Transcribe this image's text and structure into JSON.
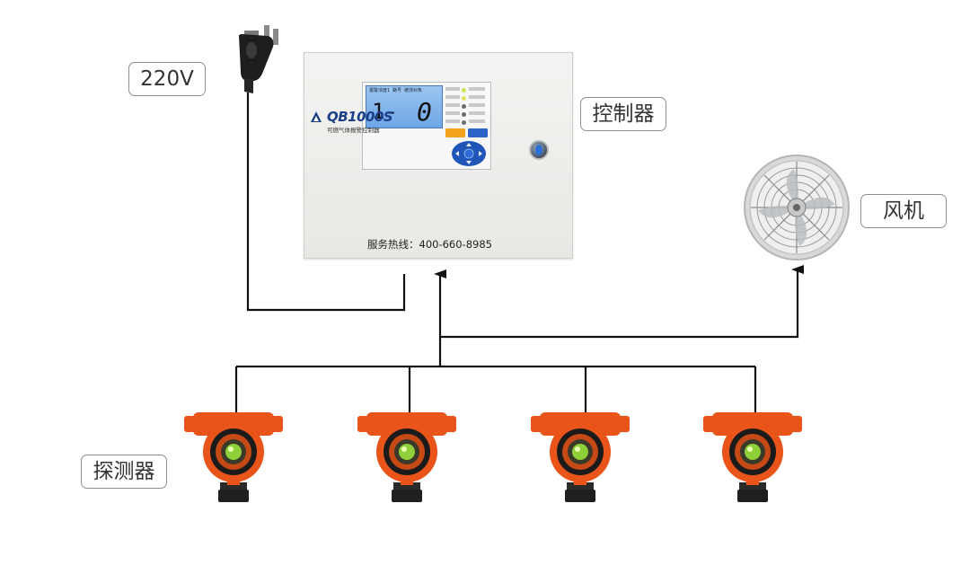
{
  "labels": {
    "power": "220V",
    "controller": "控制器",
    "fan": "风机",
    "detector": "探测器"
  },
  "controller": {
    "model": "QB1000S",
    "subtitle": "可燃气体报警控制器",
    "hotline": "服务热线：400-660-8985",
    "display": {
      "top_text": "报警浓度1 路号 被测对象",
      "channel": "1-",
      "value": "0"
    }
  },
  "colors": {
    "detector_orange": "#e8541a",
    "wire": "#111111",
    "brand_blue": "#1a3f87"
  },
  "icons": {
    "power": "power-plug-icon",
    "fan": "fan-icon",
    "detector": "gas-detector-icon"
  }
}
